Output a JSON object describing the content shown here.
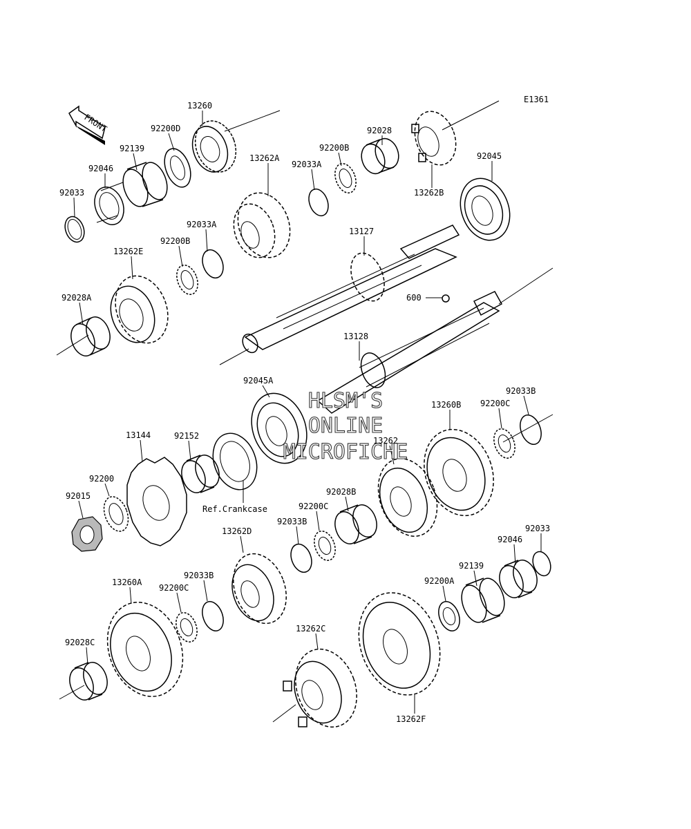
{
  "diagram_code": "E1361",
  "front_label": "FRONT",
  "watermark": [
    "HLSM'S",
    "ONLINE",
    "MICROFICHE"
  ],
  "labels": {
    "p13260": "13260",
    "p92200D": "92200D",
    "p92139_top": "92139",
    "p92046_top": "92046",
    "p92033_top": "92033",
    "p92028": "92028",
    "p92200B_top": "92200B",
    "p92033A_top": "92033A",
    "p13262B": "13262B",
    "p92045": "92045",
    "p13262A": "13262A",
    "p92033A_mid": "92033A",
    "p92200B_mid": "92200B",
    "p13127": "13127",
    "p13262E": "13262E",
    "p92028A": "92028A",
    "p600": "600",
    "p13128": "13128",
    "p92045A": "92045A",
    "p92033B_right": "92033B",
    "p92200C_right": "92200C",
    "p13260B": "13260B",
    "p13144": "13144",
    "p92152": "92152",
    "p13262": "13262",
    "p92200": "92200",
    "p92015": "92015",
    "ref_crankcase": "Ref.Crankcase",
    "p92028B": "92028B",
    "p92200C_mid": "92200C",
    "p92033B_mid": "92033B",
    "p13262D": "13262D",
    "p92033_bot": "92033",
    "p92046_bot": "92046",
    "p92139_bot": "92139",
    "p92200A": "92200A",
    "p13260A": "13260A",
    "p92200C_left": "92200C",
    "p92033B_left": "92033B",
    "p92028C": "92028C",
    "p13262C": "13262C",
    "p13262F": "13262F"
  }
}
